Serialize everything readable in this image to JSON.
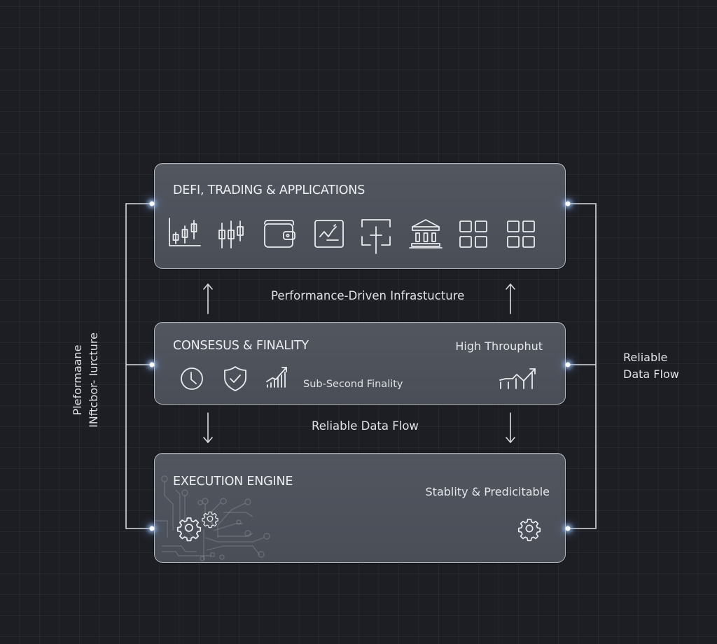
{
  "diagram": {
    "layers": {
      "applications": {
        "title": "DEFI, TRADING & APPLICATIONS",
        "icons": [
          "candlestick-chart-icon",
          "candlestick-icon",
          "wallet-icon",
          "trend-chart-icon",
          "frame-add-icon",
          "bank-icon",
          "grid-apps-icon",
          "grid-apps-icon"
        ]
      },
      "consensus": {
        "title": "CONSESUS & FINALITY",
        "right_label": "High Throuphut",
        "sub_label": "Sub-Second Finality",
        "icons": [
          "clock-icon",
          "shield-check-icon",
          "growth-bars-icon",
          "throughput-chart-icon"
        ]
      },
      "execution": {
        "title": "EXECUTION ENGINE",
        "right_label": "Stablity & Predicitable",
        "icons": [
          "gear-icon",
          "gear-small-icon",
          "gear-icon",
          "circuit-board-graphic"
        ]
      }
    },
    "connectors": {
      "upper_label": "Performance-Driven Infrastucture",
      "lower_label": "Reliable Data Flow",
      "upper_arrows": "up",
      "lower_arrows": "down"
    },
    "side_labels": {
      "left_line1": "Pleformaane",
      "left_line2": "INftcbor- Iurcture",
      "right_line1": "Reliable",
      "right_line2": "Data Flow"
    },
    "colors": {
      "background": "#1d1e23",
      "panel": "#4e525b",
      "stroke": "#e9ebee",
      "node_glow": "#aacdff"
    }
  }
}
